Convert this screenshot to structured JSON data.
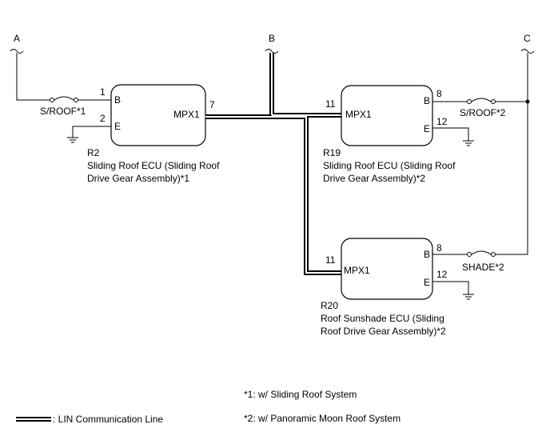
{
  "connectors": {
    "a": "A",
    "b": "B",
    "c": "C"
  },
  "ecu_r2": {
    "code": "R2",
    "name_line1": "Sliding Roof ECU (Sliding Roof",
    "name_line2": "Drive Gear Assembly)*1",
    "pin_b_label": "B",
    "pin_e_label": "E",
    "pin_mpx_label": "MPX1",
    "pin_b_num": "1",
    "pin_e_num": "2",
    "pin_mpx_num": "7"
  },
  "ecu_r19": {
    "code": "R19",
    "name_line1": "Sliding Roof ECU (Sliding Roof",
    "name_line2": "Drive Gear Assembly)*2",
    "pin_b_label": "B",
    "pin_e_label": "E",
    "pin_mpx_label": "MPX1",
    "pin_b_num": "8",
    "pin_e_num": "12",
    "pin_mpx_num": "11"
  },
  "ecu_r20": {
    "code": "R20",
    "name_line1": "Roof Sunshade ECU (Sliding",
    "name_line2": "Roof Drive Gear Assembly)*2",
    "pin_b_label": "B",
    "pin_e_label": "E",
    "pin_mpx_label": "MPX1",
    "pin_b_num": "8",
    "pin_e_num": "12",
    "pin_mpx_num": "11"
  },
  "fuses": {
    "sroof1": "S/ROOF*1",
    "sroof2": "S/ROOF*2",
    "shade2": "SHADE*2"
  },
  "notes": {
    "note1": "*1: w/ Sliding Roof System",
    "note2": "*2: w/ Panoramic Moon Roof System"
  },
  "legend": {
    "lin_label": ": LIN Communication Line"
  }
}
